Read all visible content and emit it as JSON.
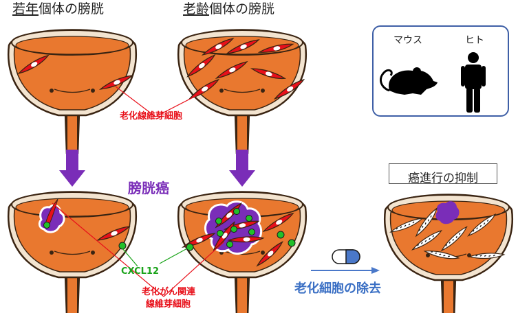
{
  "titles": {
    "young_prefix": "若年",
    "young_suffix": "個体の膀胱",
    "old_prefix": "老齢",
    "old_suffix": "個体の膀胱"
  },
  "labels": {
    "senescent_fibroblast": "老化線維芽細胞",
    "bladder_cancer": "膀胱癌",
    "cxcl12": "CXCL12",
    "caf_line1": "老化がん関連",
    "caf_line2": "線維芽細胞",
    "removal": "老化細胞の除去",
    "inhibition": "癌進行の抑制"
  },
  "legend": {
    "mouse": "マウス",
    "human": "ヒト"
  },
  "colors": {
    "bladder_fill": "#e9782f",
    "bladder_rim": "#f3e4d0",
    "outline": "#3a2412",
    "cell_red": "#e8101a",
    "tumor_purple": "#7a2db8",
    "green_dot": "#22c02a",
    "arrow_purple": "#7a2db8",
    "arrow_blue": "#4a78c9",
    "box_blue": "#3e5fa6"
  }
}
